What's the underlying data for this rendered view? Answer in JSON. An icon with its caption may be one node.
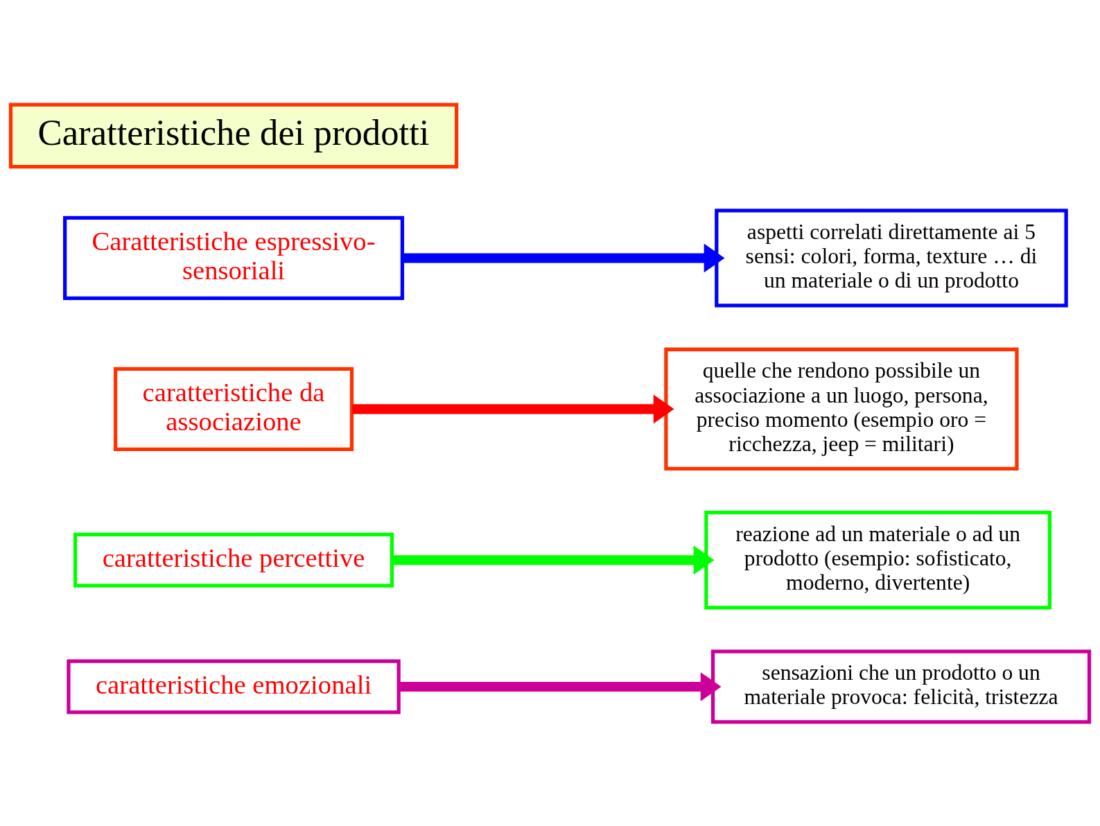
{
  "diagram": {
    "nodes": [
      {
        "text": [
          "Caratteristiche dei prodotti"
        ]
      },
      {
        "text": [
          "Caratteristiche espressivo-sensoriali"
        ]
      },
      {
        "text": [
          "aspetti correlati direttamente ai 5 sensi: colori, forma, texture … di un materiale o di un prodotto"
        ]
      },
      {
        "text": [
          "caratteristiche da associazione"
        ]
      },
      {
        "text": [
          "quelle che rendono possibile un associazione a un luogo, persona, preciso momento (esempio oro = ricchezza, jeep = militari)"
        ]
      },
      {
        "text": [
          "caratteristiche percettive"
        ]
      },
      {
        "text": [
          "reazione ad un materiale o ad un prodotto (esempio: sofisticato, moderno, divertente)"
        ]
      },
      {
        "text": [
          "caratteristiche emozionali"
        ]
      },
      {
        "text": [
          "sensazioni che un prodotto o un materiale provoca: felicità, tristezza"
        ]
      }
    ],
    "edges": [
      {
        "from": 1,
        "to": 2,
        "arrow": "to",
        "color": "#0000ff"
      },
      {
        "from": 3,
        "to": 4,
        "arrow": "to",
        "color": "#ff0000"
      },
      {
        "from": 5,
        "to": 6,
        "arrow": "to",
        "color": "#00ff00"
      },
      {
        "from": 7,
        "to": 8,
        "arrow": "to",
        "color": "#cc0099"
      }
    ]
  }
}
